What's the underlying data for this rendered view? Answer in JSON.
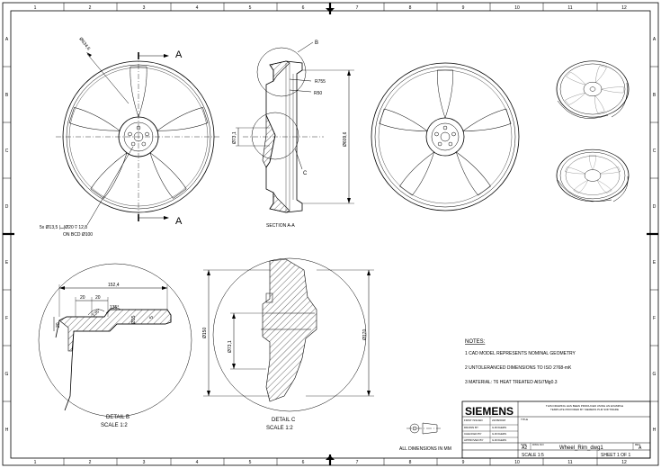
{
  "border": {
    "columns": [
      "1",
      "2",
      "3",
      "4",
      "5",
      "6",
      "7",
      "8",
      "9",
      "10",
      "11",
      "12"
    ],
    "rows": [
      "A",
      "B",
      "C",
      "D",
      "E",
      "F",
      "G",
      "H"
    ]
  },
  "front_view": {
    "diameter_label": "Ø634,6",
    "holes_note_line1": "5x Ø13,5 |⌴|Ø20 ⊽ 12,8",
    "holes_note_line2": "ON BCD Ø100",
    "cut_label_top": "A",
    "cut_label_bottom": "A"
  },
  "section_view": {
    "detail_b_label": "B",
    "detail_c_label": "C",
    "r755": "R755",
    "r50": "R50",
    "dim_73": "Ø73,1",
    "dim_609": "Ø609,6",
    "title": "SECTION A-A"
  },
  "detail_b": {
    "dim_152": "152,4",
    "dim_20a": "20",
    "dim_20b": "20",
    "dim_135a": "135°",
    "dim_135b": "135°",
    "dim_15": "Ø15",
    "dim_5": "5",
    "dim_20c": "20",
    "title": "DETAIL B",
    "scale": "SCALE 1:2"
  },
  "detail_c": {
    "dim_150": "Ø150",
    "dim_73": "Ø73,1",
    "dim_170": "Ø170",
    "title": "DETAIL C",
    "scale": "SCALE 1:2"
  },
  "notes": {
    "heading": "NOTES:",
    "items": [
      "1  CAD MODEL REPRESENTS NOMINAL GEOMETRY",
      "2  UNTOLERANCED DIMENSIONS TO ISO 2768-mK",
      "3  MATERIAL: T6 HEAT TREATED AlSi7Mg0.3"
    ]
  },
  "title_block": {
    "brand": "SIEMENS",
    "disclaimer_line1": "THIS DRAWING HAS BEEN PRODUCED USING AN EXAMPLE",
    "disclaimer_line2": "TEMPLATE PROVIDED BY SIEMENS PLM SOFTWARE",
    "first_issued_label": "FIRST ISSUED",
    "first_issued_value": "22/08/2018",
    "drawn_by_label": "DRAWN BY",
    "drawn_by_value": "G.ROGERS",
    "checked_by_label": "CHECKED BY",
    "checked_by_value": "G.ROGERS",
    "approved_by_label": "APPROVED BY",
    "approved_by_value": "G.ROGERS",
    "title_label": "TITLE",
    "size_label": "SIZE",
    "size_value": "A2",
    "dwg_no_label": "DWG NO",
    "dwg_no_value": "Wheel_Rim_dwg1",
    "rev_label": "REV",
    "rev_value": "A",
    "scale": "SCALE 1:5",
    "sheet": "SHEET 1 OF 1",
    "all_dims": "ALL DIMENSIONS IN MM"
  },
  "colors": {
    "ink": "#000000",
    "paper": "#ffffff"
  }
}
